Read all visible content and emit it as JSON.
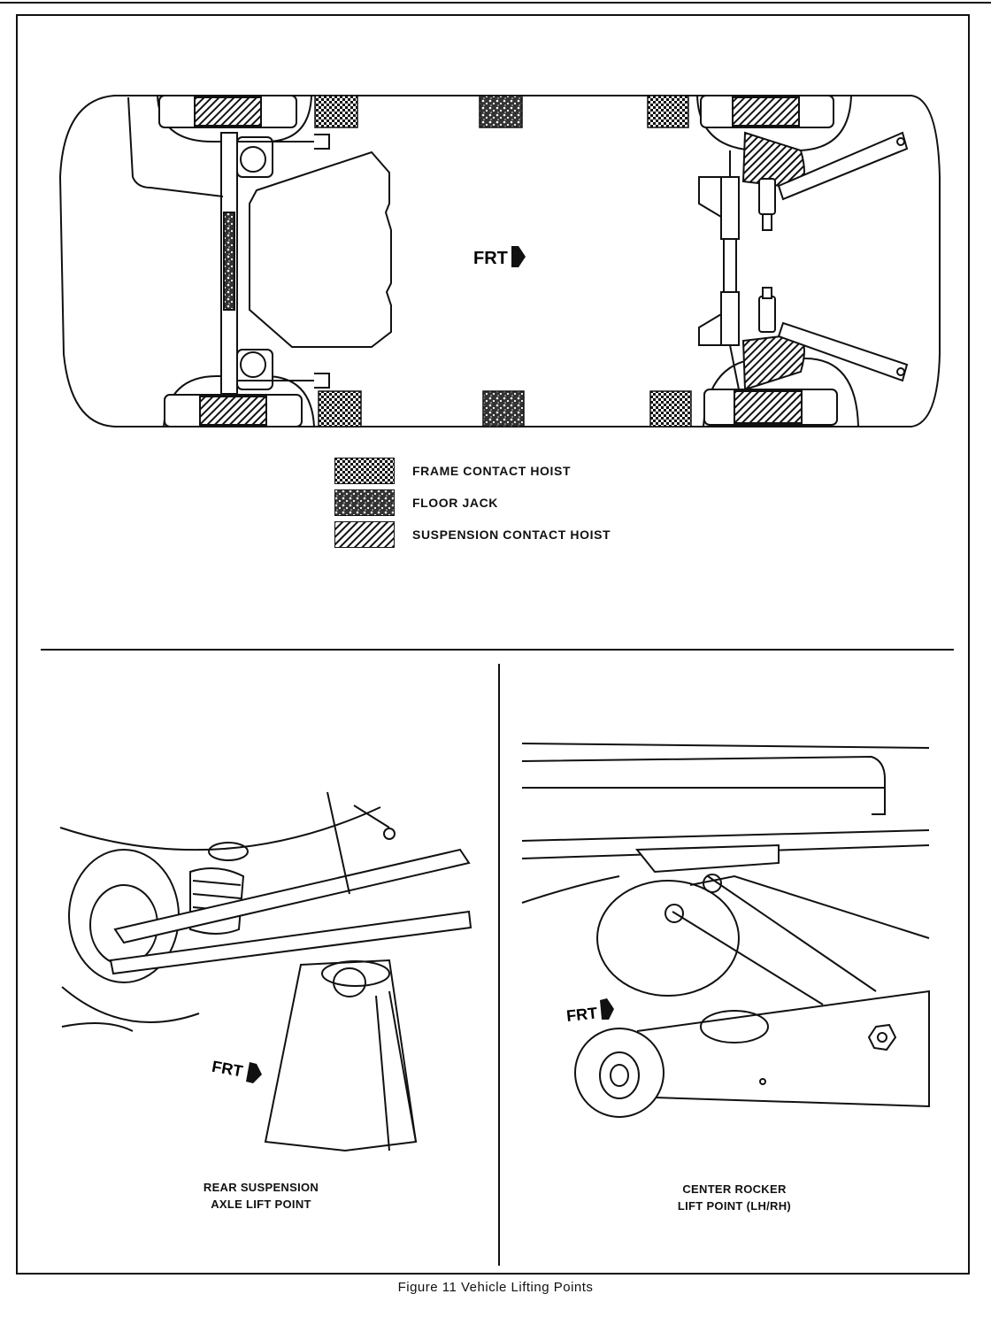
{
  "diagram": {
    "frt_label": "FRT",
    "legend": [
      {
        "label": "FRAME CONTACT HOIST",
        "pattern": "frame"
      },
      {
        "label": "FLOOR JACK",
        "pattern": "jack"
      },
      {
        "label": "SUSPENSION CONTACT HOIST",
        "pattern": "susp"
      }
    ]
  },
  "panels": {
    "left_caption_line1": "REAR SUSPENSION",
    "left_caption_line2": "AXLE LIFT POINT",
    "right_caption_line1": "CENTER ROCKER",
    "right_caption_line2": "LIFT POINT (LH/RH)"
  },
  "figure": {
    "caption": "Figure 11 Vehicle Lifting Points"
  }
}
